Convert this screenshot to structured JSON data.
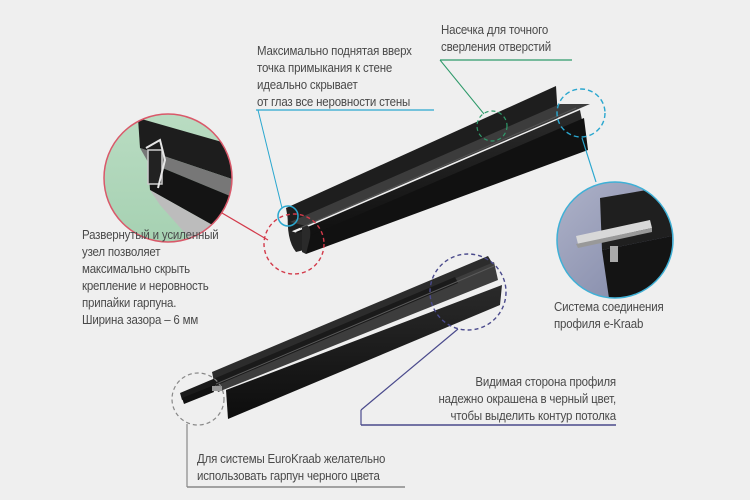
{
  "colors": {
    "background": "#efefef",
    "text": "#4a4a4a",
    "profile_dark": "#1c1c1c",
    "red_callout": "#d33a4a",
    "green_callout": "#2e9a6a",
    "cyan_callout": "#2aa7cf",
    "navy_callout": "#4a4a8c",
    "gray_callout": "#777777"
  },
  "callouts": {
    "top_wall_point": {
      "lines": [
        "Максимально поднятая вверх",
        "точка примыкания к стене",
        "идеально скрывает",
        "от глаз все неровности стены"
      ]
    },
    "notch": {
      "lines": [
        "Насечка для точного",
        "сверления отверстий"
      ]
    },
    "reinforced_node": {
      "lines": [
        "Развернутый и усиленный",
        "узел позволяет",
        "максимально скрыть",
        "крепление и неровность",
        "припайки гарпуна.",
        "Ширина зазора – 6 мм"
      ]
    },
    "connection_system": {
      "lines": [
        "Система соединения",
        "профиля e-Kraab"
      ]
    },
    "visible_side": {
      "lines": [
        "Видимая сторона профиля",
        "надежно окрашена в черный цвет,",
        "чтобы выделить контур потолка"
      ]
    },
    "harpoon_note": {
      "lines": [
        "Для системы EuroKraab желательно",
        "использовать гарпун черного цвета"
      ]
    }
  }
}
